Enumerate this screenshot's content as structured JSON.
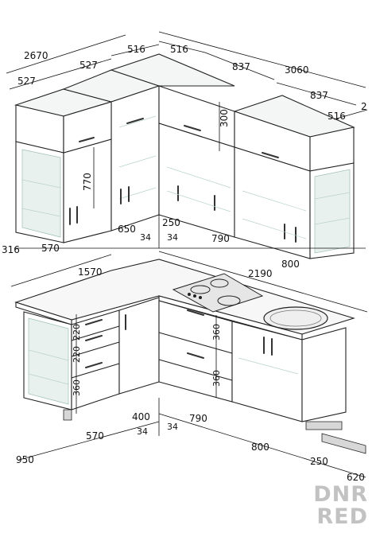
{
  "upper_dims": {
    "top_left_total": "2670",
    "top_left_a": "527",
    "top_left_b": "527",
    "top_left_depth": "516",
    "top_right_depth": "516",
    "top_right_a": "837",
    "top_right_total": "3060",
    "top_right_b": "837",
    "side_depth": "516",
    "side_small": "2",
    "upper_height": "300",
    "tall_height": "770",
    "bottom_316": "316",
    "bottom_570": "570",
    "bottom_650": "650",
    "bottom_250": "250",
    "bottom_34_left": "34",
    "bottom_34_right": "34",
    "bottom_790": "790",
    "bottom_800": "800"
  },
  "lower_dims": {
    "left_total": "1570",
    "right_total": "2190",
    "drawer_a": "220",
    "drawer_b": "220",
    "drawer_c": "360",
    "mid_a": "360",
    "mid_b": "360",
    "bottom_570": "570",
    "bottom_400": "400",
    "bottom_34_left": "34",
    "bottom_34_right": "34",
    "bottom_790": "790",
    "bottom_800": "800",
    "bottom_950": "950",
    "bottom_250": "250",
    "bottom_620": "620"
  },
  "watermark": {
    "line1": "DNR",
    "line2": "RED"
  }
}
